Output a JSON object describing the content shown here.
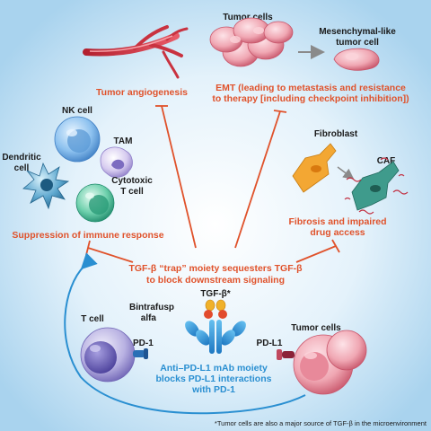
{
  "figure": {
    "labels": {
      "tumor_cells_top": "Tumor cells",
      "mesenchymal_line1": "Mesenchymal-like",
      "mesenchymal_line2": "tumor cell",
      "nk_cell": "NK cell",
      "tam": "TAM",
      "dendritic_line1": "Dendritic",
      "dendritic_line2": "cell",
      "cytotoxic_line1": "Cytotoxic",
      "cytotoxic_line2": "T cell",
      "fibroblast": "Fibroblast",
      "caf": "CAF",
      "tgfb": "TGF-β*",
      "bintrafusp_line1": "Bintrafusp",
      "bintrafusp_line2": "alfa",
      "t_cell": "T cell",
      "pd1": "PD-1",
      "pdl1": "PD-L1",
      "tumor_cells_bottom": "Tumor cells"
    },
    "effects": {
      "angiogenesis": "Tumor angiogenesis",
      "emt_line1": "EMT (leading to metastasis and resistance",
      "emt_line2": "to therapy [including checkpoint inhibition])",
      "immune_suppression": "Suppression of immune response",
      "fibrosis_line1": "Fibrosis and impaired",
      "fibrosis_line2": "drug access"
    },
    "mechanisms": {
      "trap_line1": "TGF-β “trap” moiety sequesters TGF-β",
      "trap_line2": "to block downstream signaling",
      "anti_pdl1_line1": "Anti–PD-L1 mAb moiety",
      "anti_pdl1_line2": "blocks PD-L1 interactions",
      "anti_pdl1_line3": "with PD-1"
    },
    "footnote": "*Tumor cells are also a major source of TGF-β in the microenvironment"
  },
  "colors": {
    "background_center": "#ffffff",
    "background_edge": "#a9d3ee",
    "inhibition_orange": "#e0522b",
    "blocking_blue": "#2a8fd1",
    "tumor_pink": "#f0a7b3",
    "t_cell_violet": "#8f86cf"
  },
  "icons": [
    "blood-vessel-icon",
    "tumor-cell-cluster-icon",
    "mesenchymal-cell-icon",
    "nk-cell-icon",
    "tam-icon",
    "dendritic-cell-icon",
    "cytotoxic-t-cell-icon",
    "fibroblast-icon",
    "caf-icon",
    "bintrafusp-alfa-icon",
    "t-cell-icon",
    "tumor-cell-icon"
  ]
}
